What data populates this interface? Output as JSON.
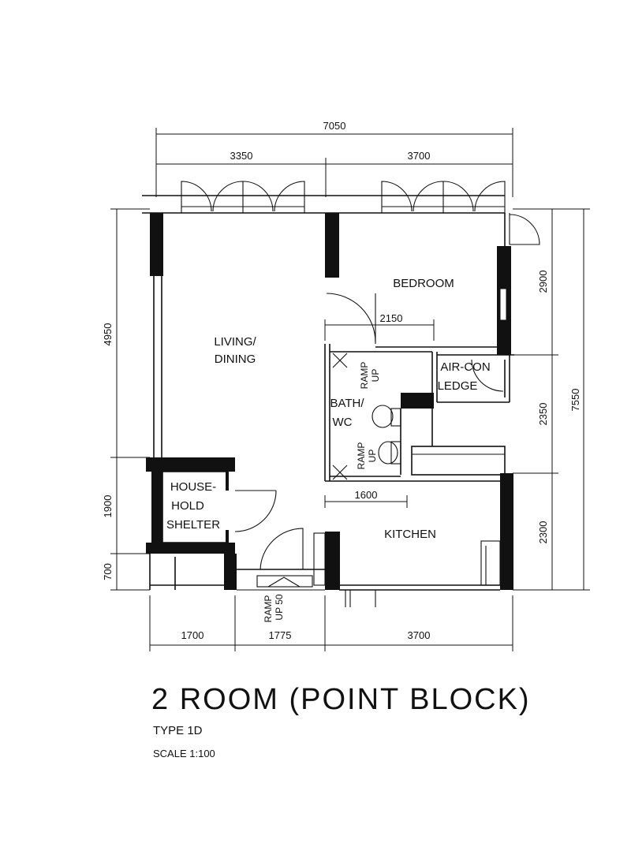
{
  "plan": {
    "title": "2 ROOM (POINT BLOCK)",
    "type": "TYPE 1D",
    "scale": "SCALE  1:100"
  },
  "dimensions": {
    "top_total": "7050",
    "top_left": "3350",
    "top_right": "3700",
    "left_upper": "4950",
    "left_middle": "1900",
    "left_lower": "700",
    "right_bedroom": "2900",
    "right_bath": "2350",
    "right_kitchen": "2300",
    "right_total": "7550",
    "bottom_left": "1700",
    "bottom_middle": "1775",
    "bottom_right": "3700",
    "inner_bath_width": "2150",
    "inner_kitchen_width": "1600"
  },
  "rooms": {
    "bedroom": "BEDROOM",
    "living_1": "LIVING/",
    "living_2": "DINING",
    "bath_1": "BATH/",
    "bath_2": "WC",
    "aircon_1": "AIR-CON",
    "aircon_2": "LEDGE",
    "shelter_1": "HOUSE-",
    "shelter_2": "HOLD",
    "shelter_3": "SHELTER",
    "kitchen": "KITCHEN"
  },
  "ramps": {
    "bath_upper_1": "RAMP",
    "bath_upper_2": "UP",
    "bath_lower_1": "RAMP",
    "bath_lower_2": "UP",
    "entry_1": "RAMP",
    "entry_2": "UP 50"
  }
}
